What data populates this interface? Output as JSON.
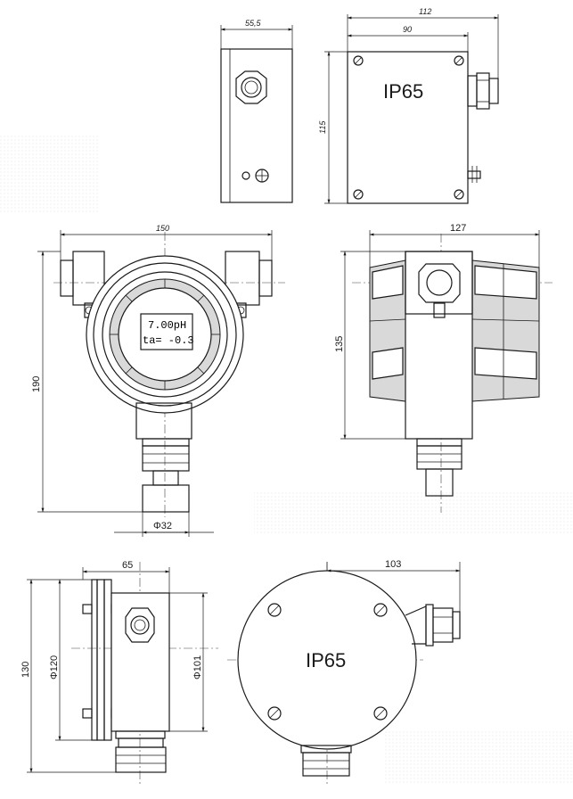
{
  "drawing": {
    "colors": {
      "line": "#1a1a1a",
      "background": "#ffffff",
      "housing_shade": "#d9d9d9"
    },
    "top_small_views": {
      "side": {
        "dims": {
          "width": "55,5"
        }
      },
      "front": {
        "dims": {
          "total_width": "112",
          "body_width": "90",
          "height": "115"
        },
        "label": "IP65"
      }
    },
    "main_front": {
      "dims": {
        "width": "150",
        "height": "190",
        "fitting_dia": "Φ32"
      },
      "display": {
        "line1": "7.00pH",
        "line2": "ta= -0.3"
      }
    },
    "main_side": {
      "dims": {
        "width": "127",
        "height": "135"
      }
    },
    "bottom_side": {
      "dims": {
        "depth": "65",
        "flange_dia": "Φ120",
        "body_dia": "Φ101",
        "height": "130"
      }
    },
    "bottom_front": {
      "dims": {
        "width": "103"
      },
      "label": "IP65"
    }
  }
}
